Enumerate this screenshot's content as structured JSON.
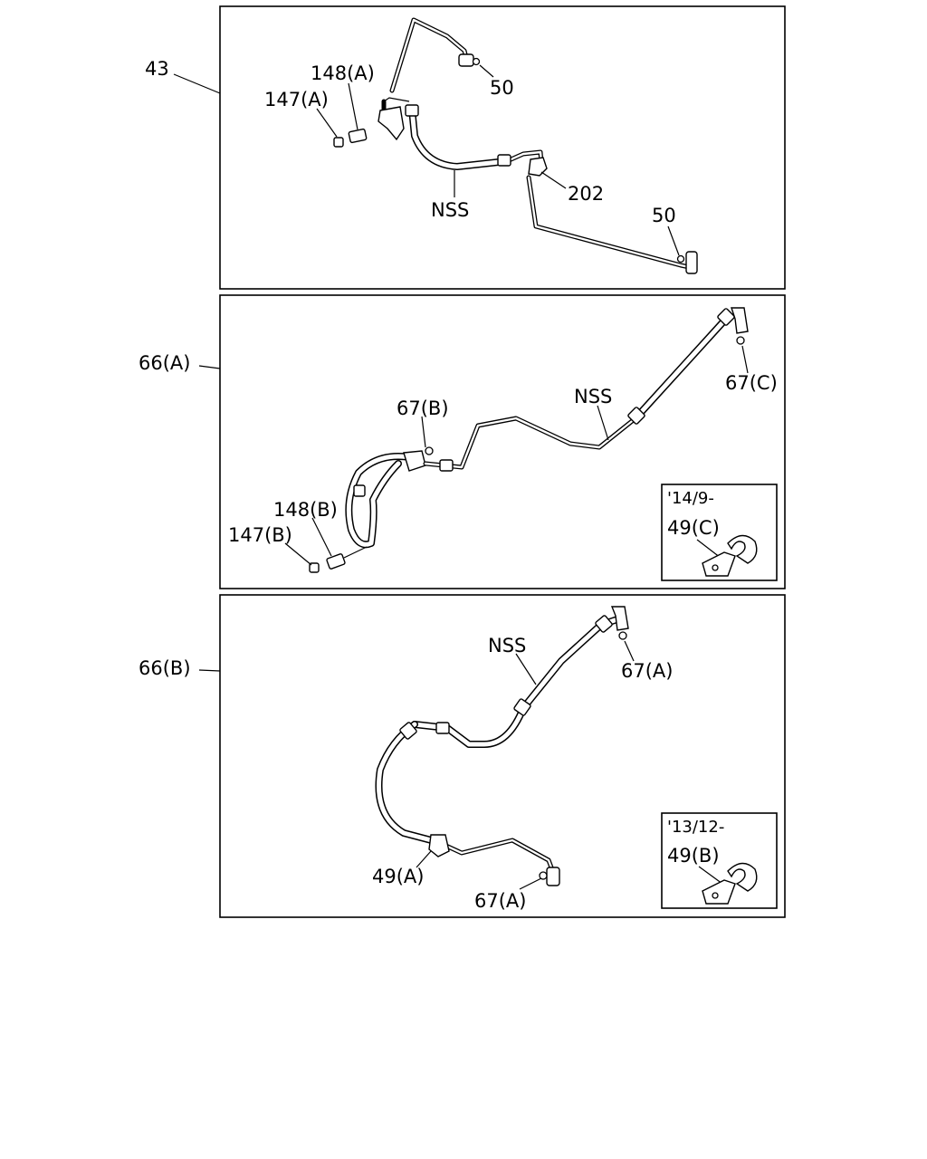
{
  "panel_top": {
    "assembly_label": "43",
    "callouts": {
      "sw_148a": "148(A)",
      "cap_147a": "147(A)",
      "oring_50_top": "50",
      "nss": "NSS",
      "part_202": "202",
      "oring_50_bottom": "50"
    }
  },
  "panel_middle": {
    "assembly_label": "66(A)",
    "callouts": {
      "oring_67b": "67(B)",
      "nss": "NSS",
      "oring_67c": "67(C)",
      "sw_148b": "148(B)",
      "cap_147b": "147(B)"
    },
    "inset": {
      "date_note": "'14/9-",
      "clamp_label": "49(C)"
    }
  },
  "panel_bottom": {
    "assembly_label": "66(B)",
    "callouts": {
      "nss": "NSS",
      "oring_67a_top": "67(A)",
      "clamp_49a": "49(A)",
      "oring_67a_bottom": "67(A)"
    },
    "inset": {
      "date_note": "'13/12-",
      "clamp_label": "49(B)"
    }
  }
}
